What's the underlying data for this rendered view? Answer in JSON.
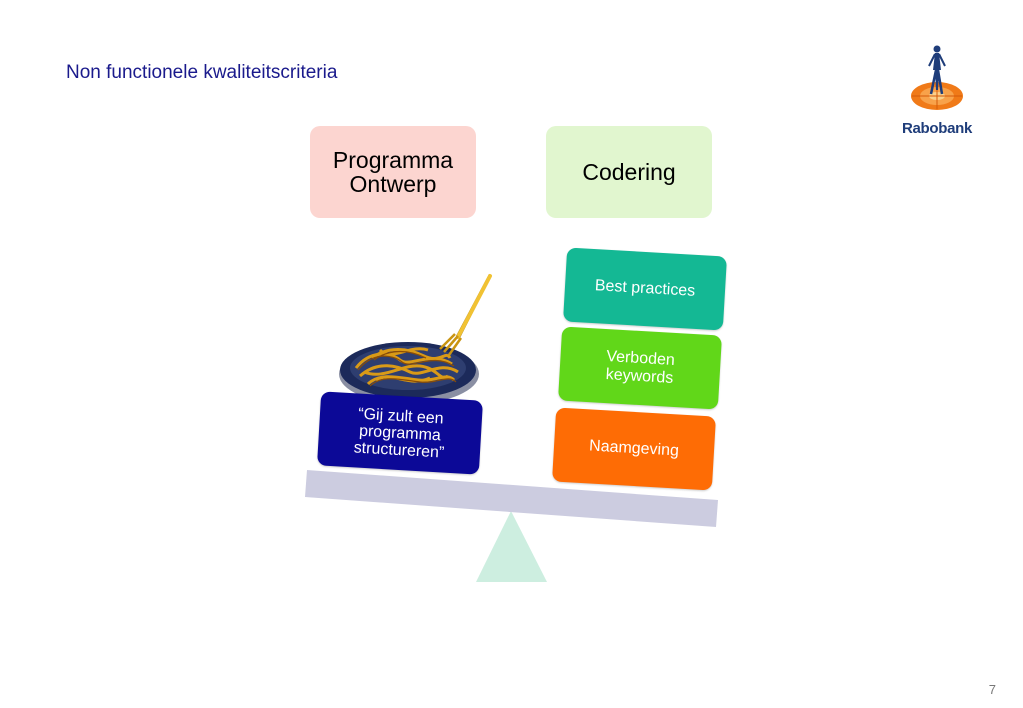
{
  "slide": {
    "title": "Non functionele kwaliteitscriteria",
    "page_number": "7"
  },
  "logo": {
    "text": "Rabobank"
  },
  "boxes": {
    "programma_ontwerp": {
      "line1": "Programma",
      "line2": "Ontwerp"
    },
    "codering": "Codering"
  },
  "scale": {
    "left_card": {
      "line1": "“Gij zult een",
      "line2": "programma",
      "line3": "structureren”"
    },
    "right_cards": {
      "best_practices": "Best practices",
      "verboden_line1": "Verboden",
      "verboden_line2": "keywords",
      "naamgeving": "Naamgeving"
    }
  },
  "colors": {
    "title": "#1a1a8c",
    "programma_box": "#fcd5d0",
    "codering_box": "#e1f6cf",
    "best_practices": "#14b894",
    "verboden_keywords": "#61d719",
    "naamgeving": "#fe6c05",
    "gij_zult": "#0c0997",
    "beam": "#cccce0",
    "fulcrum": "#cdeee0"
  },
  "icons": [
    "rabobank-logo-icon",
    "spaghetti-plate-icon",
    "fork-icon",
    "fulcrum-triangle-icon",
    "balance-beam"
  ]
}
